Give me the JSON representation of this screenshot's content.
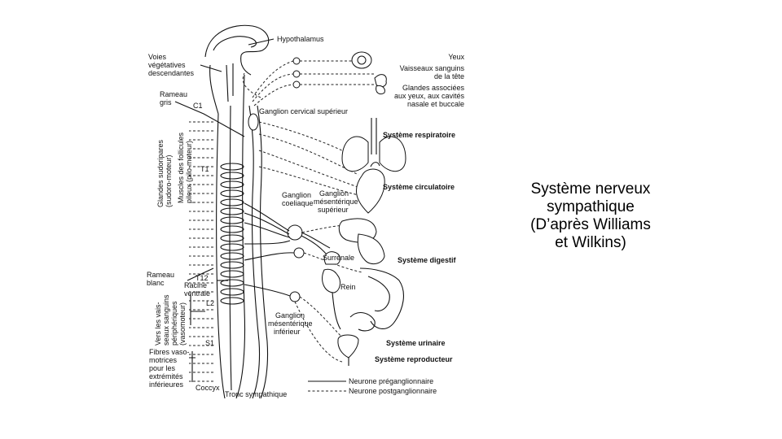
{
  "labels": {
    "hypothalamus": "Hypothalamus",
    "voies": [
      "Voies",
      "végétatives",
      "descendantes"
    ],
    "rameau_gris": [
      "Rameau",
      "gris"
    ],
    "c1": "C1",
    "t1": "T1",
    "t12": "T12",
    "l2": "L2",
    "s1": "S1",
    "glandes_sudoripares": [
      "Glandes sudoripares",
      "(sudoro-moteur)"
    ],
    "muscles_follicules": [
      "Muscles des follicules",
      "pileux (pilo-moteur)"
    ],
    "rameau_blanc": [
      "Rameau",
      "blanc"
    ],
    "racine_ventrale": [
      "Racine",
      "ventrale"
    ],
    "vaisseaux_peripheriques": [
      "Vers les vais-",
      "seaux sanguins",
      "périphériques",
      "(vasomoteur)"
    ],
    "fibres_vasomotrices": [
      "Fibres vaso-",
      "motrices",
      "pour les",
      "extrémités",
      "inférieures"
    ],
    "coccyx": "Coccyx",
    "tronc_sympathique": "Tronc sympathique",
    "ganglion_cervical": "Ganglion cervical supérieur",
    "ganglion_coeliaque": [
      "Ganglion",
      "coeliaque"
    ],
    "ganglion_mes_sup": [
      "Ganglion",
      "mésentérique",
      "supérieur"
    ],
    "ganglion_mes_inf": [
      "Ganglion",
      "mésentérique",
      "inférieur"
    ],
    "surrenale": "Surrénale",
    "rein": "Rein",
    "yeux": "Yeux",
    "vaisseaux_tete": [
      "Vaisseaux sanguins",
      "de la tête"
    ],
    "glandes_associees": [
      "Glandes associées",
      "aux yeux, aux cavités",
      "nasale et buccale"
    ],
    "systeme_respiratoire": "Système respiratoire",
    "systeme_circulatoire": "Système circulatoire",
    "systeme_digestif": "Système digestif",
    "systeme_urinaire": "Système urinaire",
    "systeme_reproducteur": "Système reproducteur"
  },
  "legend": {
    "preganglionic": "Neurone préganglionnaire",
    "postganglionic": "Neurone postganglionnaire"
  },
  "caption": [
    "Système nerveux",
    "sympathique",
    "(D’après Williams",
    "et Wilkins)"
  ]
}
